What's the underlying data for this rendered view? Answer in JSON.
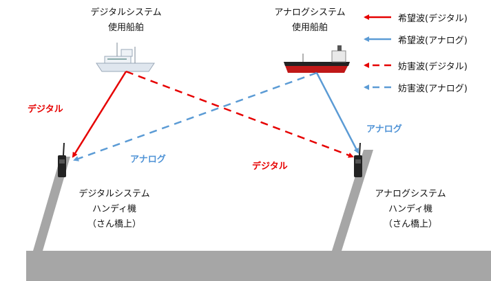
{
  "ships": {
    "digital": {
      "line1": "デジタルシステム",
      "line2": "使用船舶"
    },
    "analog": {
      "line1": "アナログシステム",
      "line2": "使用船舶"
    }
  },
  "handhelds": {
    "digital": {
      "line1": "デジタルシステム",
      "line2": "ハンディ機",
      "line3": "（さん橋上）"
    },
    "analog": {
      "line1": "アナログシステム",
      "line2": "ハンディ機",
      "line3": "（さん橋上）"
    }
  },
  "wave_labels": {
    "digital_desired": "デジタル",
    "digital_interference": "デジタル",
    "analog_desired": "アナログ",
    "analog_interference": "アナログ"
  },
  "legend": [
    {
      "label": "希望波(デジタル)",
      "color": "#e60000",
      "style": "solid"
    },
    {
      "label": "希望波(アナログ)",
      "color": "#5b9bd5",
      "style": "solid"
    },
    {
      "label": "妨害波(デジタル)",
      "color": "#e60000",
      "style": "dashed"
    },
    {
      "label": "妨害波(アナログ)",
      "color": "#5b9bd5",
      "style": "dashed"
    }
  ],
  "colors": {
    "red": "#e60000",
    "blue": "#5b9bd5",
    "pier": "#a6a6a6"
  },
  "icons": [
    "digital-ship-icon",
    "analog-ship-icon",
    "handheld-radio-icon"
  ]
}
